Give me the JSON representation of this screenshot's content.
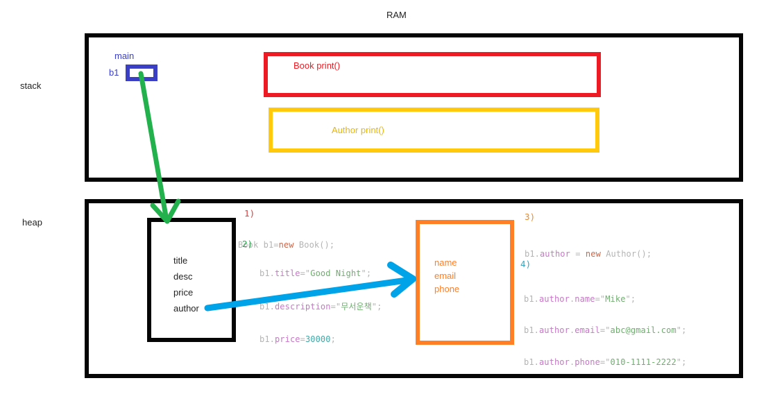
{
  "title": "RAM",
  "labels": {
    "stack": "stack",
    "heap": "heap"
  },
  "stack_frame": {
    "function": "main",
    "variable": "b1",
    "book_method": "Book print()",
    "author_method": "Author print()"
  },
  "heap_objects": {
    "book": {
      "fields": [
        "title",
        "desc",
        "price",
        "author"
      ]
    },
    "author": {
      "fields": [
        "name",
        "email",
        "phone"
      ]
    }
  },
  "code_steps": [
    {
      "num": "1)",
      "lines": [
        [
          {
            "t": "Book b1=",
            "c": "plain"
          },
          {
            "t": "new",
            "c": "kw"
          },
          {
            "t": " Book();",
            "c": "plain"
          }
        ]
      ]
    },
    {
      "num": "2)",
      "lines": [
        [
          {
            "t": "b1.",
            "c": "plain"
          },
          {
            "t": "title",
            "c": "prop"
          },
          {
            "t": "=\"",
            "c": "plain"
          },
          {
            "t": "Good Night",
            "c": "str"
          },
          {
            "t": "\";",
            "c": "plain"
          }
        ],
        [
          {
            "t": "b1.",
            "c": "plain"
          },
          {
            "t": "description",
            "c": "prop"
          },
          {
            "t": "=\"",
            "c": "plain"
          },
          {
            "t": "무서운책",
            "c": "str"
          },
          {
            "t": "\";",
            "c": "plain"
          }
        ],
        [
          {
            "t": "b1.",
            "c": "plain"
          },
          {
            "t": "price",
            "c": "prop"
          },
          {
            "t": "=",
            "c": "plain"
          },
          {
            "t": "30000",
            "c": "num"
          },
          {
            "t": ";",
            "c": "plain"
          }
        ]
      ]
    },
    {
      "num": "3)",
      "lines": [
        [
          {
            "t": "b1.",
            "c": "plain"
          },
          {
            "t": "author",
            "c": "prop"
          },
          {
            "t": " = ",
            "c": "plain"
          },
          {
            "t": "new",
            "c": "kw"
          },
          {
            "t": " Author();",
            "c": "plain"
          }
        ]
      ]
    },
    {
      "num": "4)",
      "lines": [
        [
          {
            "t": "b1.",
            "c": "plain"
          },
          {
            "t": "author",
            "c": "prop"
          },
          {
            "t": ".",
            "c": "plain"
          },
          {
            "t": "name",
            "c": "prop"
          },
          {
            "t": "=\"",
            "c": "plain"
          },
          {
            "t": "Mike",
            "c": "str"
          },
          {
            "t": "\";",
            "c": "plain"
          }
        ],
        [
          {
            "t": "b1.",
            "c": "plain"
          },
          {
            "t": "author",
            "c": "prop"
          },
          {
            "t": ".",
            "c": "plain"
          },
          {
            "t": "email",
            "c": "prop"
          },
          {
            "t": "=\"",
            "c": "plain"
          },
          {
            "t": "abc@gmail.com",
            "c": "str"
          },
          {
            "t": "\";",
            "c": "plain"
          }
        ],
        [
          {
            "t": "b1.",
            "c": "plain"
          },
          {
            "t": "author",
            "c": "prop"
          },
          {
            "t": ".",
            "c": "plain"
          },
          {
            "t": "phone",
            "c": "prop"
          },
          {
            "t": "=\"",
            "c": "plain"
          },
          {
            "t": "010-1111-2222",
            "c": "str"
          },
          {
            "t": "\";",
            "c": "plain"
          }
        ]
      ]
    }
  ],
  "colors": {
    "region_border": "#050505",
    "box_red": "#ed1c24",
    "box_yellow": "#ffc90e",
    "box_orange": "#ff7f27",
    "pointer_blue": "#3a3fc4",
    "arrow_green": "#22b14c",
    "arrow_blue": "#00a2e8",
    "code_plain": "#b4b4b4",
    "code_keyword": "#c8674a",
    "code_property": "#c678c6",
    "code_string": "#6fae6f",
    "code_number": "#3fa8a8",
    "step1": "#e03c3c",
    "step2": "#2fa44f",
    "step3": "#e78b33",
    "step4": "#35a3bd"
  }
}
